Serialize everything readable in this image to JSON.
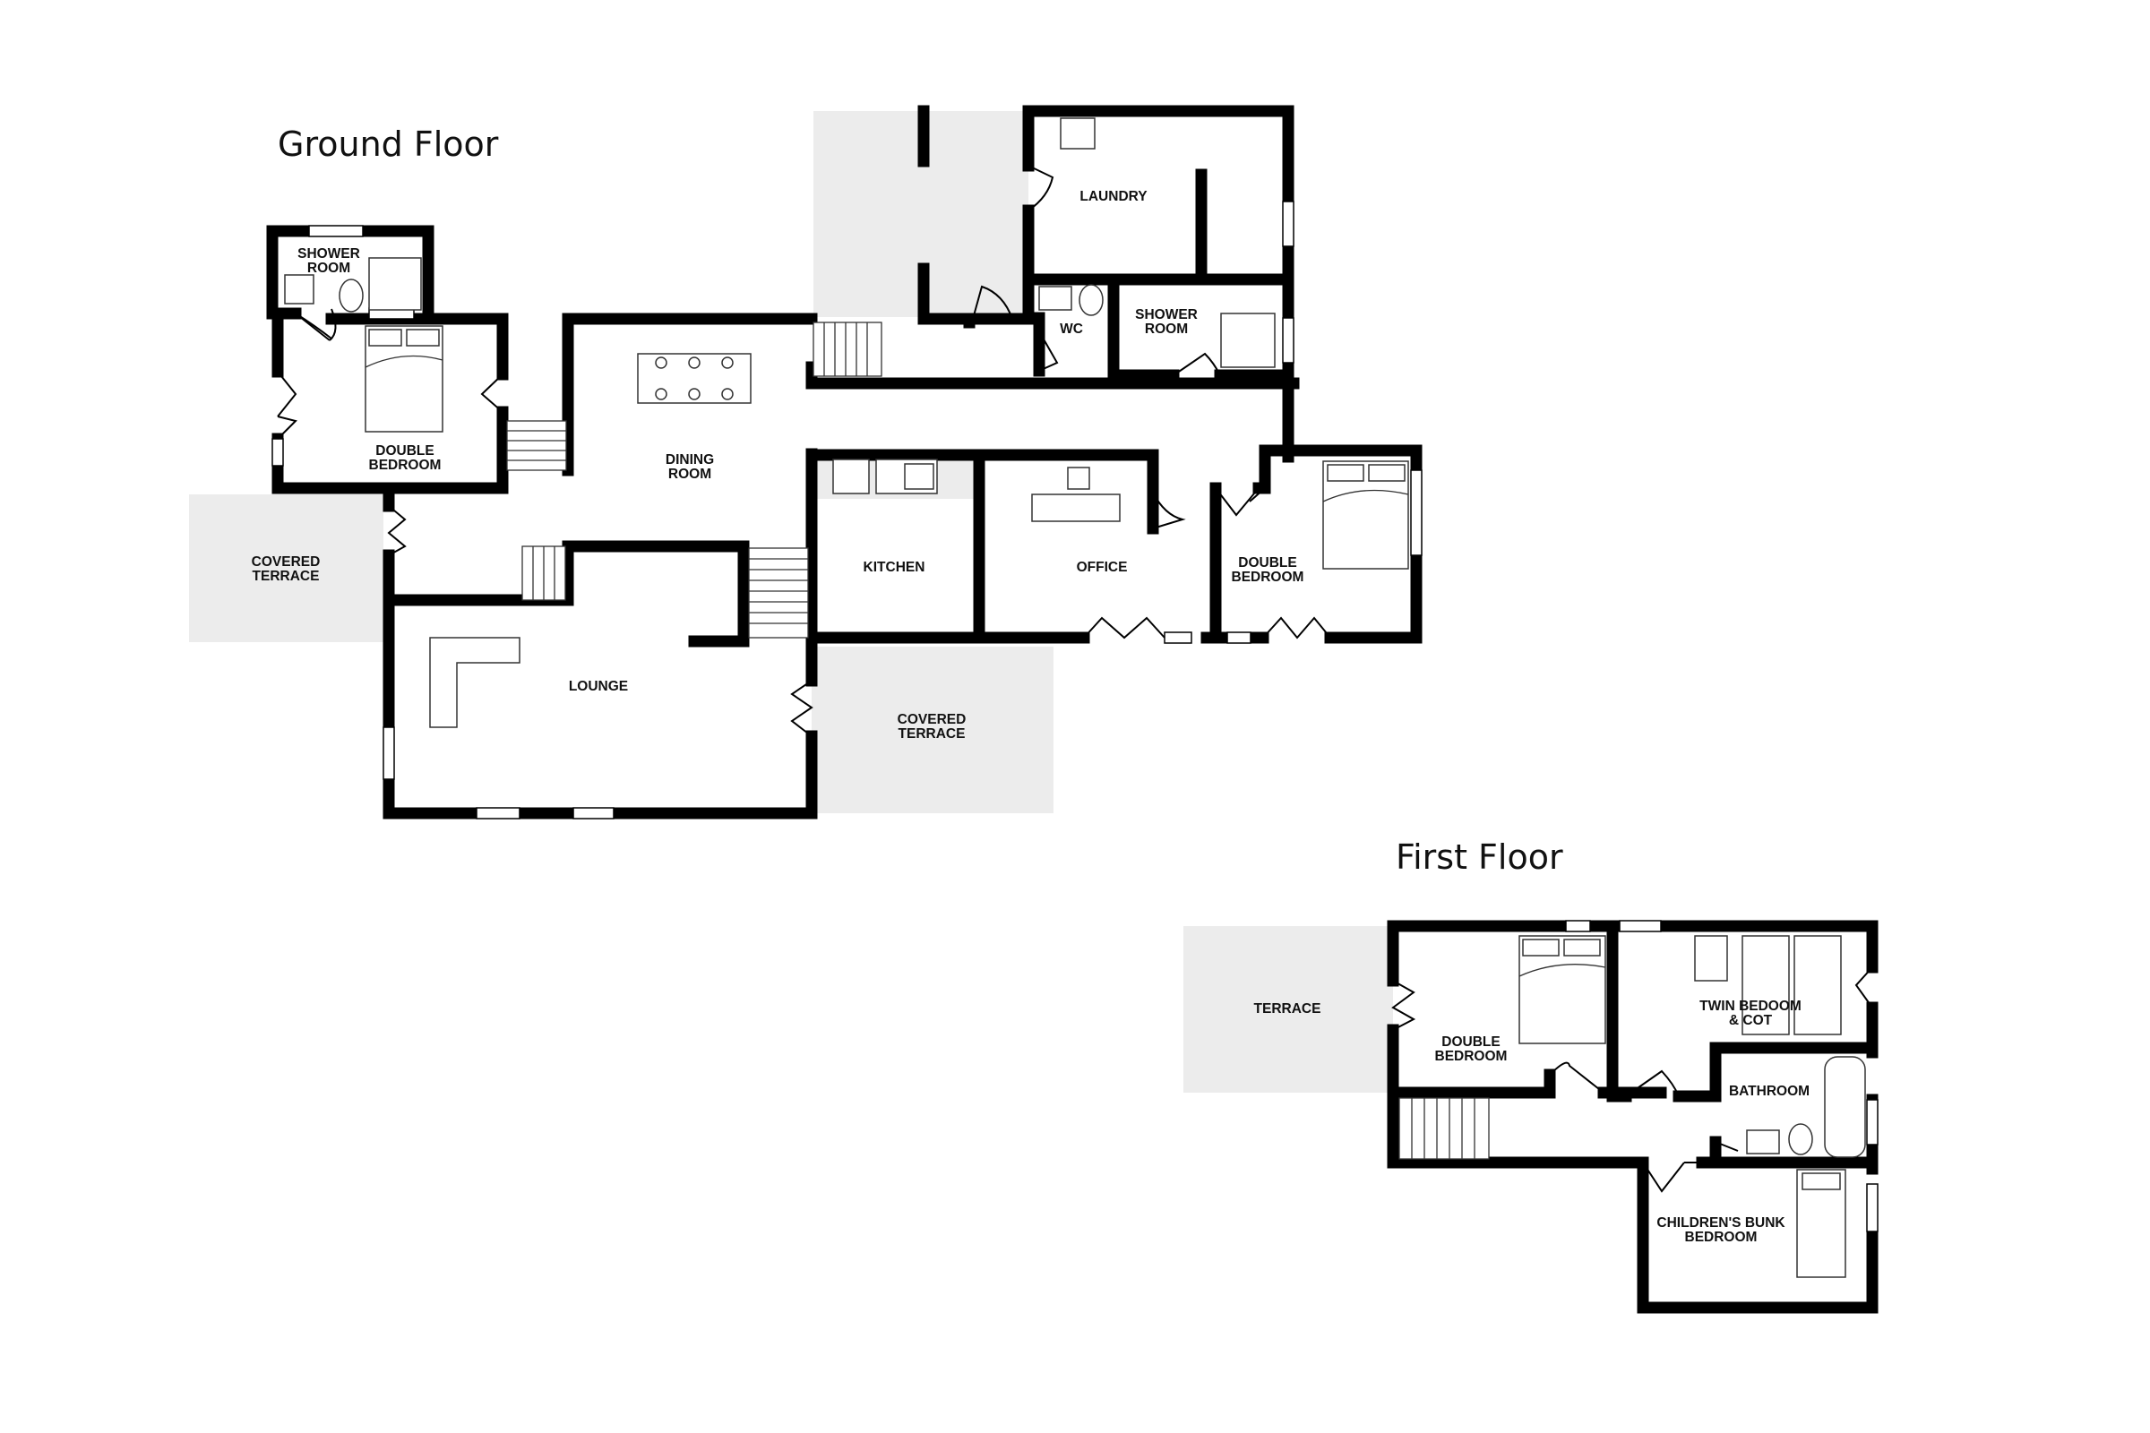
{
  "floors": [
    {
      "title": "Ground Floor",
      "rooms": [
        {
          "key": "shower-room-1",
          "lines": [
            "SHOWER",
            "ROOM"
          ]
        },
        {
          "key": "double-bedroom-1",
          "lines": [
            "DOUBLE",
            "BEDROOM"
          ]
        },
        {
          "key": "covered-terrace-1",
          "lines": [
            "COVERED",
            "TERRACE"
          ]
        },
        {
          "key": "dining-room",
          "lines": [
            "DINING",
            "ROOM"
          ]
        },
        {
          "key": "lounge",
          "lines": [
            "LOUNGE"
          ]
        },
        {
          "key": "kitchen",
          "lines": [
            "KITCHEN"
          ]
        },
        {
          "key": "office",
          "lines": [
            "OFFICE"
          ]
        },
        {
          "key": "double-bedroom-2",
          "lines": [
            "DOUBLE",
            "BEDROOM"
          ]
        },
        {
          "key": "covered-terrace-2",
          "lines": [
            "COVERED",
            "TERRACE"
          ]
        },
        {
          "key": "laundry",
          "lines": [
            "LAUNDRY"
          ]
        },
        {
          "key": "wc",
          "lines": [
            "WC"
          ]
        },
        {
          "key": "shower-room-2",
          "lines": [
            "SHOWER",
            "ROOM"
          ]
        }
      ]
    },
    {
      "title": "First Floor",
      "rooms": [
        {
          "key": "terrace",
          "lines": [
            "TERRACE"
          ]
        },
        {
          "key": "double-bedroom-3",
          "lines": [
            "DOUBLE",
            "BEDROOM"
          ]
        },
        {
          "key": "twin-bedroom",
          "lines": [
            "TWIN BEDOOM",
            "& COT"
          ]
        },
        {
          "key": "bathroom",
          "lines": [
            "BATHROOM"
          ]
        },
        {
          "key": "bunk-bedroom",
          "lines": [
            "CHILDREN'S BUNK",
            "BEDROOM"
          ]
        }
      ]
    }
  ]
}
